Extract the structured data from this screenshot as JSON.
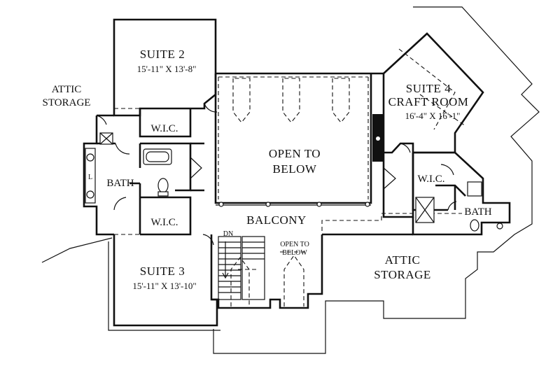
{
  "rooms": {
    "suite2": {
      "name": "SUITE 2",
      "dims": "15'-11\" X 13'-8\""
    },
    "suite3": {
      "name": "SUITE 3",
      "dims": "15'-11\" X 13'-10\""
    },
    "suite4": {
      "name": "SUITE 4",
      "sub": "CRAFT ROOM",
      "dims": "16'-4\" X 16'-1\""
    },
    "wic_upper": "W.I.C.",
    "wic_lower": "W.I.C.",
    "wic_right": "W.I.C.",
    "bath_left": "BATH",
    "bath_right": "BATH",
    "open_main": {
      "line1": "OPEN TO",
      "line2": "BELOW"
    },
    "open_small": {
      "line1": "OPEN TO",
      "line2": "BELOW"
    },
    "balcony": "BALCONY",
    "attic_left": {
      "line1": "ATTIC",
      "line2": "STORAGE"
    },
    "attic_right": {
      "line1": "ATTIC",
      "line2": "STORAGE"
    },
    "stair_dn": "DN",
    "linen": "L"
  }
}
